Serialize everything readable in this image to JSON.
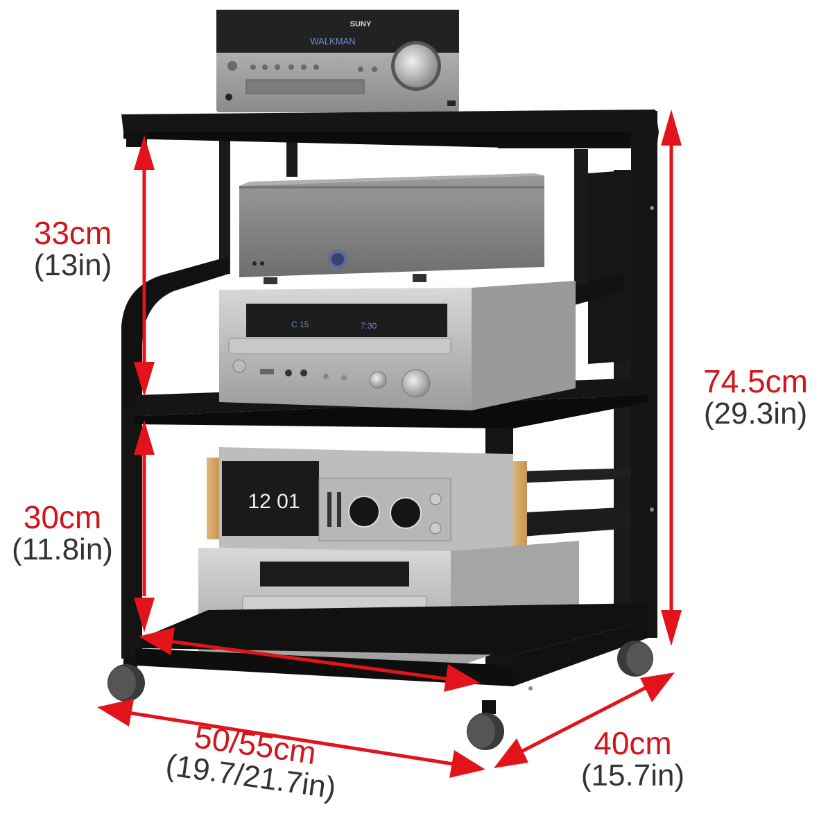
{
  "figure": {
    "type": "product-dimension-diagram",
    "subject": "3-tier rolling media / audio equipment cart with casters"
  },
  "colors": {
    "arrow": "#e3131b",
    "metric_text": "#d2141b",
    "imperial_text": "#333333",
    "frame": "#111111",
    "background": "#ffffff"
  },
  "dimensions": {
    "top_gap": {
      "metric": "33cm",
      "imperial": "(13in)"
    },
    "bottom_gap": {
      "metric": "30cm",
      "imperial": "(11.8in)"
    },
    "total_height": {
      "metric": "74.5cm",
      "imperial": "(29.3in)"
    },
    "width": {
      "metric": "50/55cm",
      "imperial": "(19.7/21.7in)"
    },
    "depth": {
      "metric": "40cm",
      "imperial": "(15.7in)"
    }
  },
  "devices": {
    "top_receiver": {
      "brand": "SUNY",
      "display": "WALKMAN"
    },
    "cd_player": {
      "display_left": "C 15",
      "display_right": "7:30"
    },
    "flip_clock": {
      "time": "12 01"
    }
  }
}
